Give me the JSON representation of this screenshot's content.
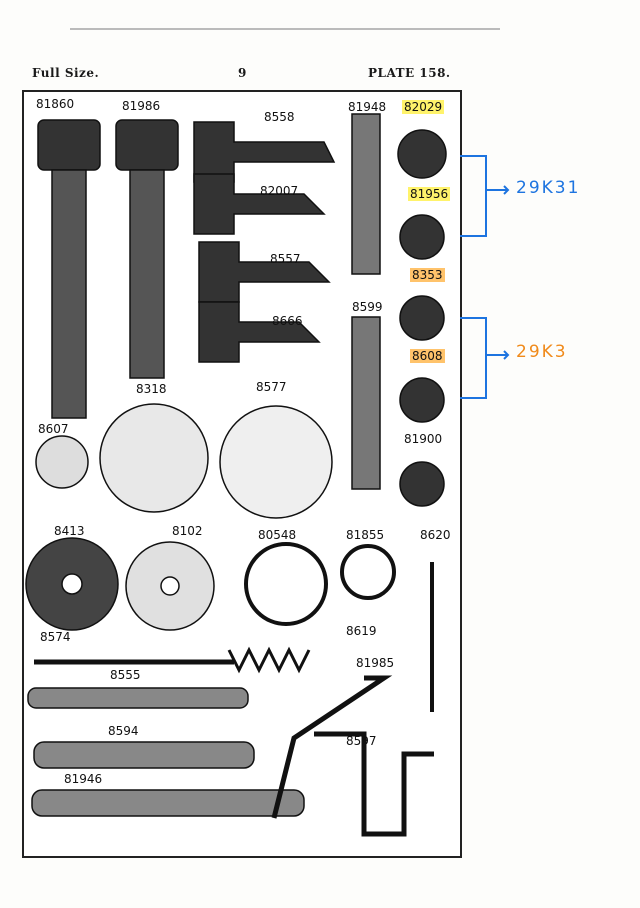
{
  "header": {
    "left": "Full Size.",
    "center": "9",
    "right": "PLATE 158."
  },
  "parts": {
    "p81860": "81860",
    "p81986": "81986",
    "p8558": "8558",
    "p81948": "81948",
    "p82029": "82029",
    "p82007": "82007",
    "p81956": "81956",
    "p8557": "8557",
    "p8353": "8353",
    "p8599": "8599",
    "p8666": "8666",
    "p8608": "8608",
    "p8318": "8318",
    "p8577": "8577",
    "p8607": "8607",
    "p81900": "81900",
    "p8413": "8413",
    "p8102": "8102",
    "p80548": "80548",
    "p81855": "81855",
    "p8620": "8620",
    "p8574": "8574",
    "p8619": "8619",
    "p81985": "81985",
    "p8555": "8555",
    "p8594": "8594",
    "p8597": "8597",
    "p81946": "81946"
  },
  "annotations": {
    "top": "29K31",
    "bottom": "29K3"
  },
  "colors": {
    "annotation_ink": "#1d74e0",
    "annotation_bottom": "#f08a1a",
    "highlight_yellow": "#fff36b",
    "highlight_orange": "#ffc36b"
  }
}
